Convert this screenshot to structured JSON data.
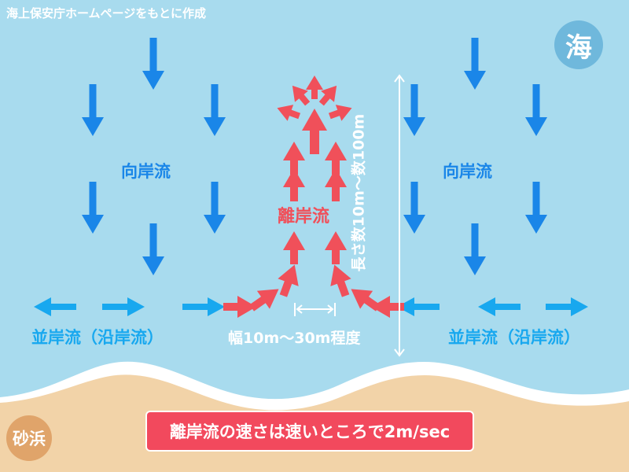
{
  "credit": "海上保安庁ホームページをもとに作成",
  "badges": {
    "sea": "海",
    "sand": "砂浜"
  },
  "labels": {
    "onshore_left": "向岸流",
    "onshore_right": "向岸流",
    "rip_current": "離岸流",
    "longshore_left": "並岸流（沿岸流）",
    "longshore_right": "並岸流（沿岸流）",
    "width": "幅10m〜30m程度",
    "length": "長さ数10m〜数100m"
  },
  "note": "離岸流の速さは速いところで2m/sec",
  "colors": {
    "sea": "#a8dbee",
    "sand": "#f2d3a8",
    "onshore_arrow": "#1a86e8",
    "longshore_arrow": "#18a8ef",
    "rip_arrow": "#f0505a",
    "note_bg": "#f2495d",
    "sea_badge": "#6fb8dc",
    "sand_badge": "#e0a46a"
  }
}
